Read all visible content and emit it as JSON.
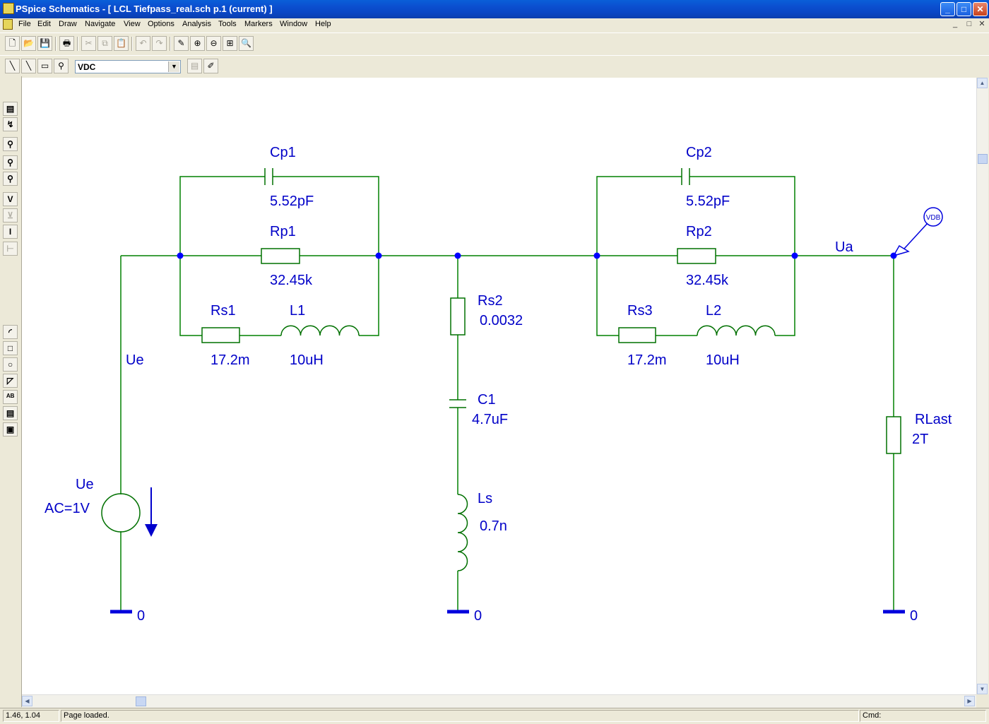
{
  "window": {
    "title": "PSpice Schematics - [ LCL Tiefpass_real.sch  p.1 (current) ]",
    "minimize": "_",
    "maximize": "□",
    "close": "✕"
  },
  "menu": [
    "File",
    "Edit",
    "Draw",
    "Navigate",
    "View",
    "Options",
    "Analysis",
    "Tools",
    "Markers",
    "Window",
    "Help"
  ],
  "mdi_controls": [
    "_",
    "□",
    "✕"
  ],
  "toolbar": {
    "part_value": "VDC"
  },
  "schematic": {
    "components": {
      "Cp1": {
        "name": "Cp1",
        "value": "5.52pF"
      },
      "Rp1": {
        "name": "Rp1",
        "value": "32.45k"
      },
      "Rs1": {
        "name": "Rs1",
        "value": "17.2m"
      },
      "L1": {
        "name": "L1",
        "value": "10uH"
      },
      "Rs2": {
        "name": "Rs2",
        "value": "0.0032"
      },
      "C1": {
        "name": "C1",
        "value": "4.7uF"
      },
      "Ls": {
        "name": "Ls",
        "value": "0.7n"
      },
      "Cp2": {
        "name": "Cp2",
        "value": "5.52pF"
      },
      "Rp2": {
        "name": "Rp2",
        "value": "32.45k"
      },
      "Rs3": {
        "name": "Rs3",
        "value": "17.2m"
      },
      "L2": {
        "name": "L2",
        "value": "10uH"
      },
      "RLast": {
        "name": "RLast",
        "value": "2T"
      },
      "Ue": {
        "name": "Ue",
        "value": "AC=1V"
      }
    },
    "net_labels": {
      "input": "Ue",
      "output": "Ua"
    },
    "ground_labels": [
      "0",
      "0",
      "0"
    ],
    "marker": "VDB"
  },
  "status": {
    "coords": "1.46,  1.04",
    "message": "Page loaded.",
    "cmd": "Cmd:"
  }
}
